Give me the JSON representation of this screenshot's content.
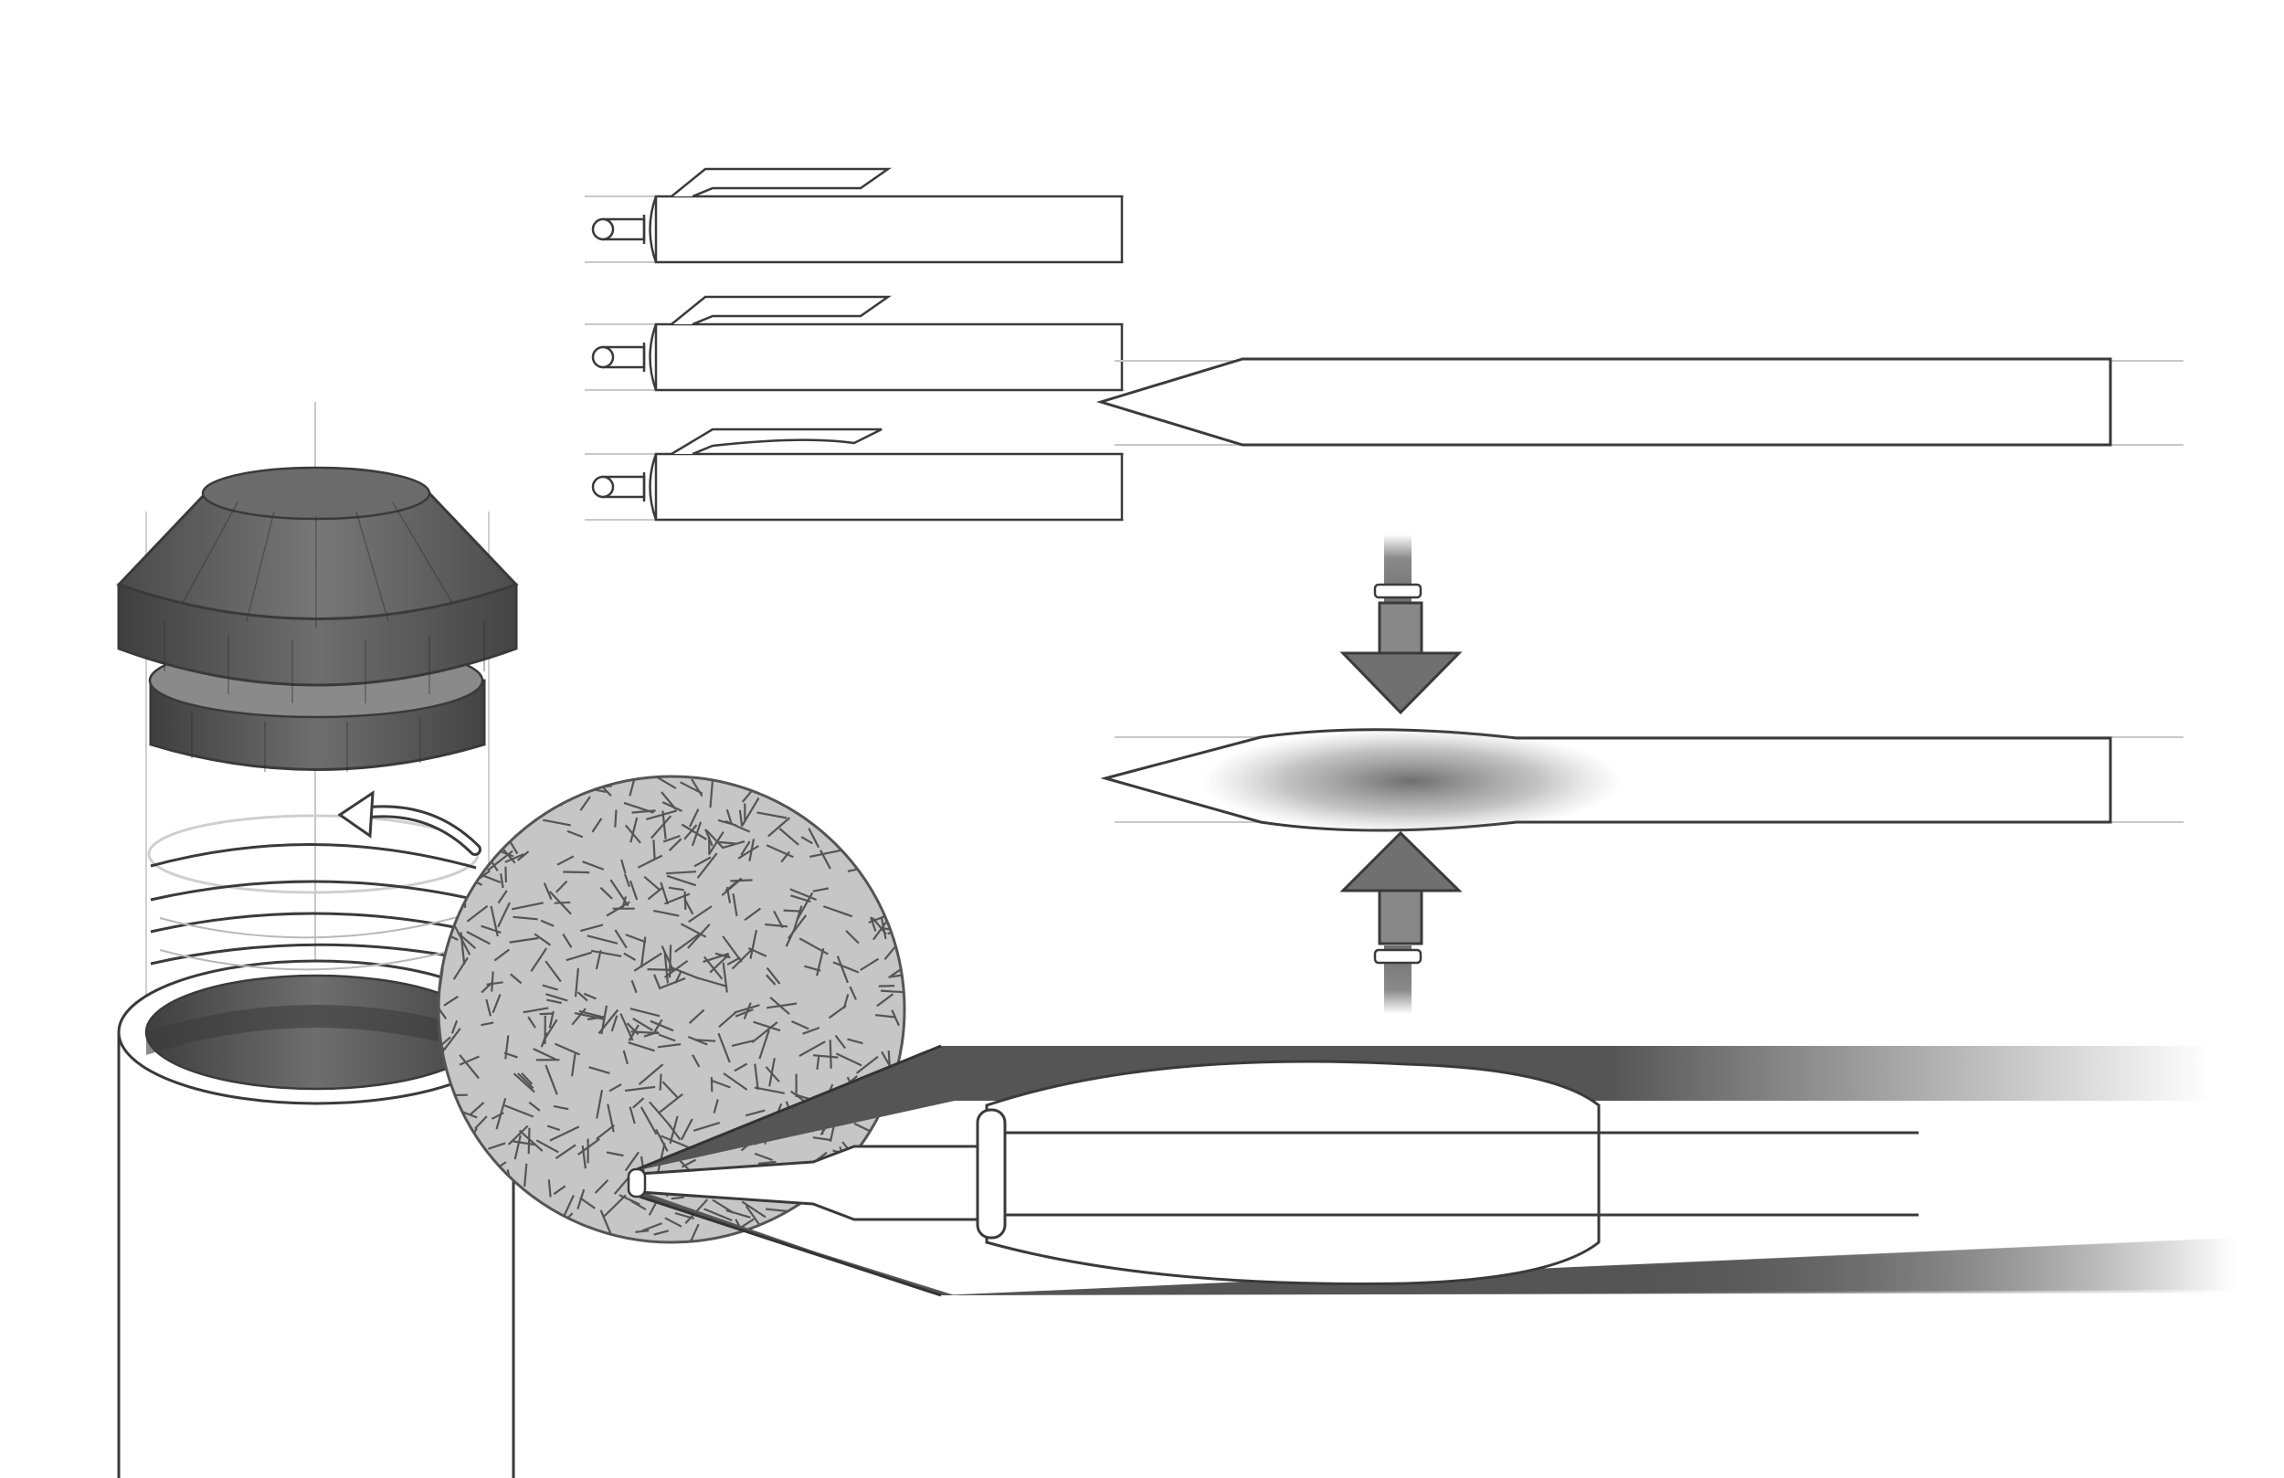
{
  "figure": {
    "labels": [],
    "colors": {
      "background": "#ffffff",
      "outline": "#3a3a3a",
      "dark_fill": "#555555",
      "medium_fill": "#8a8a8a",
      "fiber_disc": "#c9c9c9",
      "sketch_line": "#b5b5b5"
    },
    "icons": [
      "pen-cap-icon",
      "thread-spring-icon",
      "rotation-arrow-icon",
      "press-arrow-icon",
      "nib-icon",
      "tweezers-icon",
      "fiber-disc-icon"
    ]
  },
  "pens": [
    {
      "clip_style": "straight-clip"
    },
    {
      "clip_style": "straight-clip"
    },
    {
      "clip_style": "wave-clip"
    }
  ]
}
